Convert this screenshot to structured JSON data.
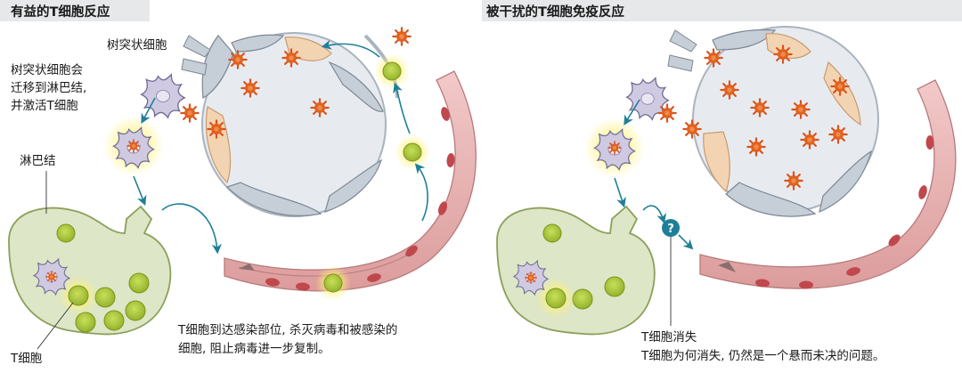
{
  "panels": {
    "left": {
      "title": "有益的T细胞反应",
      "label_dendritic": "树突状细胞",
      "label_migrate_lines": [
        "树突状细胞会",
        "迁移到淋巴结,",
        "并激活T细胞"
      ],
      "label_lymph": "淋巴结",
      "label_tcell": "T细胞",
      "caption_lines": [
        "T细胞到达感染部位, 杀灭病毒和被感染的",
        "细胞, 阻止病毒进一步复制。"
      ]
    },
    "right": {
      "title": "被干扰的T细胞免疫反应",
      "question_mark": "?",
      "caption_lines": [
        "T细胞消失",
        "T细胞为何消失, 仍然是一个悬而未决的问题。"
      ]
    }
  },
  "colors": {
    "title_bg": "#e6e8ea",
    "lymph_node": "#dde6c6",
    "tcell": "#a9c93a",
    "virus": "#d9531e",
    "vessel": "#e7b3b3",
    "rbc": "#c0484c",
    "arrow": "#1f7f99",
    "alveolus_wall": "#bcc6cf",
    "dendritic_cell": "#c9c5dd"
  },
  "icons": [
    "virus-icon",
    "t-cell-icon",
    "dendritic-cell-icon",
    "red-blood-cell-icon",
    "question-icon",
    "arrow-icon"
  ]
}
